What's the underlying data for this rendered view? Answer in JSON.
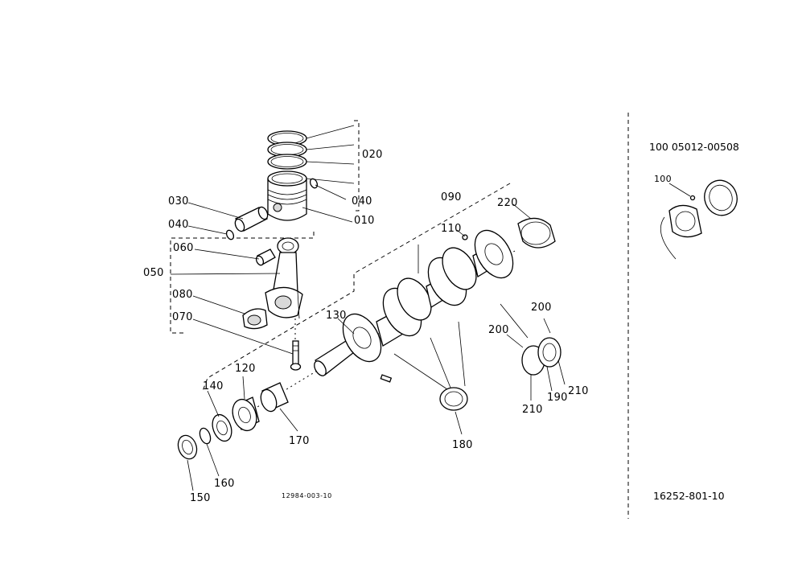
{
  "diagram": {
    "callouts": {
      "c010": "010",
      "c020": "020",
      "c030": "030",
      "c040a": "040",
      "c040b": "040",
      "c050": "050",
      "c060": "060",
      "c070": "070",
      "c080": "080",
      "c090": "090",
      "c100": "100",
      "c110": "110",
      "c120": "120",
      "c130": "130",
      "c140": "140",
      "c150": "150",
      "c160": "160",
      "c170": "170",
      "c180": "180",
      "c190": "190",
      "c200a": "200",
      "c200b": "200",
      "c210a": "210",
      "c210b": "210",
      "c220": "220"
    },
    "inset_title": "100 05012-00508",
    "drawing_code": "12984-003-10",
    "figure_number": "16252-801-10"
  }
}
